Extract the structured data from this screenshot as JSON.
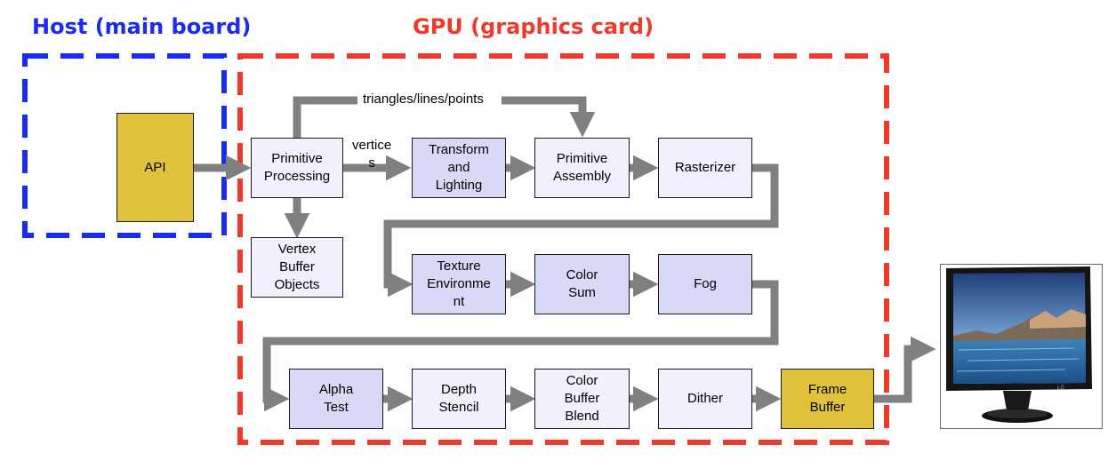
{
  "headings": {
    "host": "Host (main board)",
    "gpu": "GPU (graphics card)"
  },
  "colors": {
    "host_border": "#1a2cf0",
    "gpu_border": "#ee3a2c",
    "arrow": "#808080",
    "stage_fill": "#f0f0fe",
    "highlight_fill": "#d8d9f7",
    "gold_fill": "#e0c23d"
  },
  "boxes": {
    "api": "API",
    "primitive_processing": "Primitive\nProcessing",
    "transform_lighting": "Transform\nand\nLighting",
    "primitive_assembly": "Primitive\nAssembly",
    "rasterizer": "Rasterizer",
    "vbo": "Vertex\nBuffer\nObjects",
    "texture_environment": "Texture\nEnvironme\nnt",
    "color_sum": "Color\nSum",
    "fog": "Fog",
    "alpha_test": "Alpha\nTest",
    "depth_stencil": "Depth\nStencil",
    "color_buffer_blend": "Color\nBuffer\nBlend",
    "dither": "Dither",
    "frame_buffer": "Frame\nBuffer"
  },
  "labels": {
    "triangles": "triangles/lines/points",
    "vertices": "vertice\ns"
  },
  "monitor": {
    "icon": "lcd-monitor-icon",
    "brand": "LG"
  }
}
